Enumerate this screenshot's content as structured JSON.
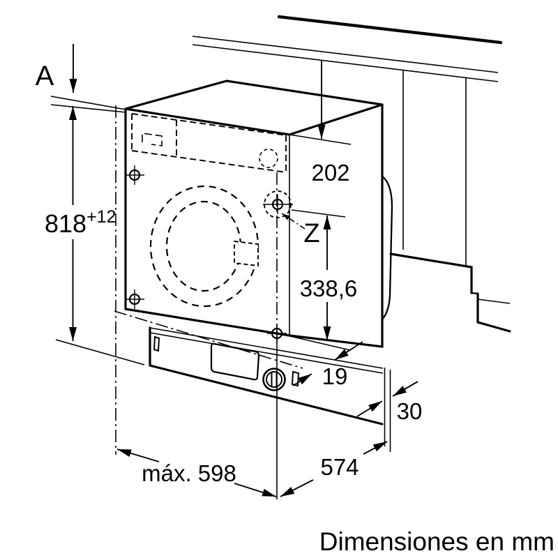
{
  "figure": {
    "caption": "Dimensiones en mm",
    "dimensions": {
      "worktop_gap": "A",
      "niche_height_value": "818",
      "niche_height_tolerance": "+12",
      "panel_height": "202",
      "reference_point": "Z",
      "z_to_bottom": "338,6",
      "front_recess": "19",
      "door_thickness": "30",
      "max_width": "máx. 598",
      "depth": "574"
    }
  }
}
